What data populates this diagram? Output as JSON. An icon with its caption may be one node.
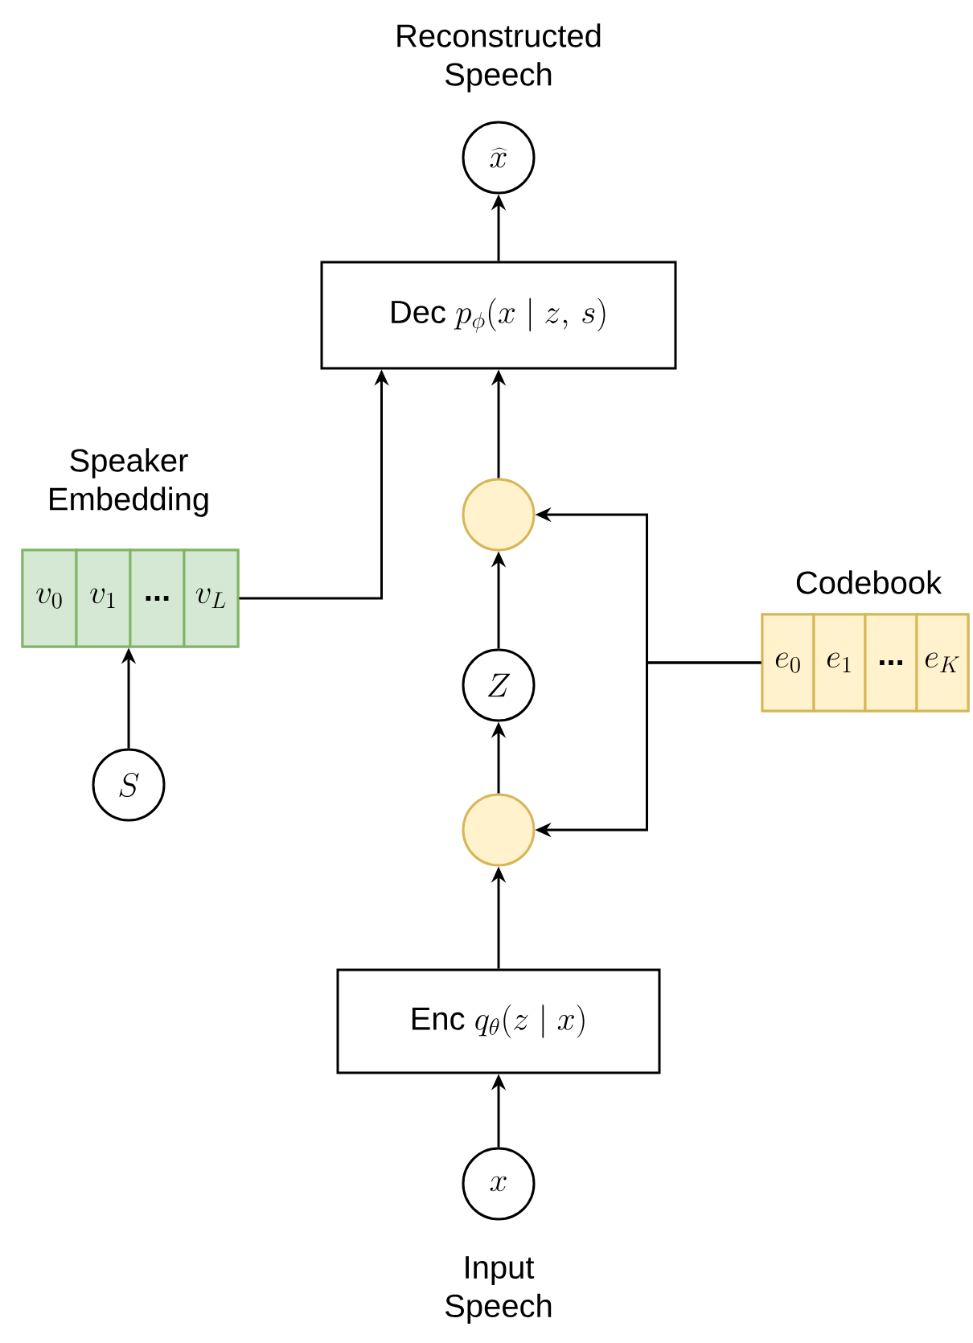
{
  "diagram": {
    "nodes": [
      {
        "text": [
          "\\widehat{x}"
        ],
        "beside": [
          "Reconstructed Speech"
        ]
      },
      {
        "text": [
          "Dec",
          "p_{\\phi}(x \\mid z,\\, s)"
        ]
      },
      {
        "text": [
          "Speaker Embedding"
        ]
      },
      {
        "text": [
          "v_0"
        ],
        "in": 2
      },
      {
        "text": [
          "v_1"
        ],
        "in": 2
      },
      {
        "text": [
          "..."
        ],
        "in": 2
      },
      {
        "text": [
          "v_L"
        ],
        "in": 2
      },
      {
        "text": [
          "S"
        ]
      },
      {
        "text": [],
        "shape": "circle"
      },
      {
        "text": [
          "Z"
        ]
      },
      {
        "text": [],
        "shape": "circle"
      },
      {
        "text": [
          "Codebook"
        ]
      },
      {
        "text": [
          "e_0"
        ],
        "in": 11
      },
      {
        "text": [
          "e_1"
        ],
        "in": 11
      },
      {
        "text": [
          "..."
        ],
        "in": 11
      },
      {
        "text": [
          "e_K"
        ],
        "in": 11
      },
      {
        "text": [
          "Enc",
          "q_{\\theta}(z \\mid x)"
        ]
      },
      {
        "text": [
          "x"
        ],
        "beside": [
          "Input Speech"
        ]
      }
    ],
    "edges": [
      {
        "from": 1,
        "to": 0,
        "arrow": "to"
      },
      {
        "from": 8,
        "to": 1,
        "arrow": "to"
      },
      {
        "from": 2,
        "to": 1,
        "arrow": "to"
      },
      {
        "from": 7,
        "to": 2,
        "arrow": "to"
      },
      {
        "from": 9,
        "to": 8,
        "arrow": "to"
      },
      {
        "from": 10,
        "to": 9,
        "arrow": "to"
      },
      {
        "from": 11,
        "to": 8,
        "arrow": "to"
      },
      {
        "from": 11,
        "to": 10,
        "arrow": "to"
      },
      {
        "from": 16,
        "to": 10,
        "arrow": "to"
      },
      {
        "from": 17,
        "to": 16,
        "arrow": "to"
      }
    ]
  }
}
